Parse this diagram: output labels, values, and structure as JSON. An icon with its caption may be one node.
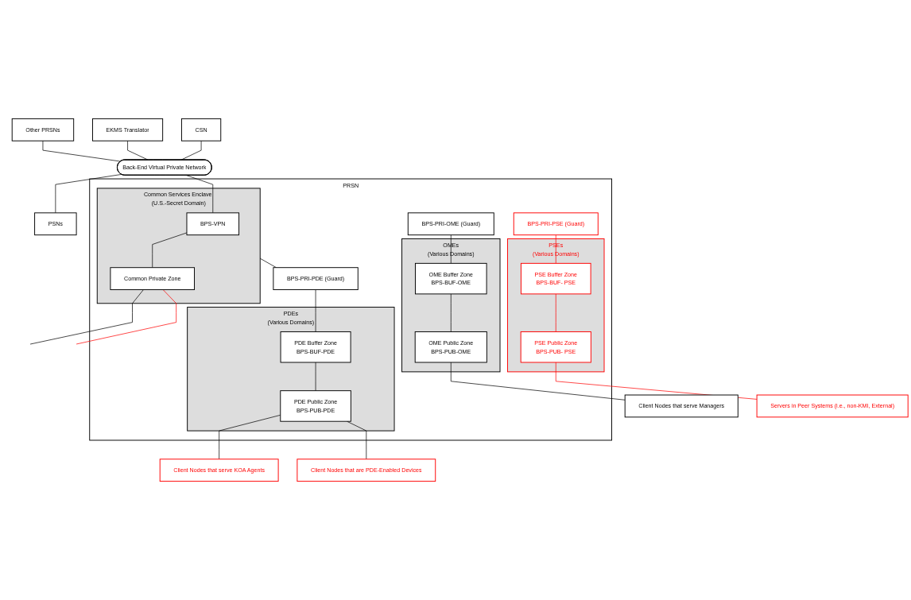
{
  "diagram": {
    "nodes": [
      {
        "text": [
          "Other PRSNs"
        ]
      },
      {
        "text": [
          "EKMS Translator"
        ]
      },
      {
        "text": [
          "Back-End Virtual Private Network"
        ]
      },
      {
        "text": [
          "CSN"
        ]
      },
      {
        "text": [
          "PSNs"
        ]
      },
      {
        "text": [
          "PRSN"
        ]
      },
      {
        "text": [
          "Common Services Enclave (U.S.-Secret Domain)"
        ],
        "in": 5
      },
      {
        "text": [
          "BPS-VPN"
        ],
        "in": 6
      },
      {
        "text": [
          "Common Private Zone"
        ],
        "in": 6
      },
      {
        "text": [
          "BPS-PRI-OME (Guard)"
        ],
        "in": 5
      },
      {
        "text": [
          "BPS-PRI-PDE (Guard)"
        ],
        "in": 5
      },
      {
        "text": [
          "BPS-PRI-PSE (Guard)"
        ],
        "in": 5
      },
      {
        "text": [
          "OMEs",
          "(Various Domains)"
        ],
        "in": 5
      },
      {
        "text": [
          "OME Buffer Zone",
          "BPS-BUF-OME"
        ],
        "in": 12
      },
      {
        "text": [
          "OME Public Zone",
          "BPS-PUB-OME"
        ],
        "in": 12
      },
      {
        "text": [
          "PDEs",
          "(Various Domains)"
        ],
        "in": 5
      },
      {
        "text": [
          "PDE Buffer Zone",
          "BPS-BUF-PDE"
        ],
        "in": 15
      },
      {
        "text": [
          "PDE Public Zone",
          "BPS-PUB-PDE"
        ],
        "in": 15
      },
      {
        "text": [
          "PSEs",
          "(Various Domains)"
        ],
        "in": 5
      },
      {
        "text": [
          "PSE Buffer Zone",
          "BPS-BUF- PSE"
        ],
        "in": 18
      },
      {
        "text": [
          "PSE Public Zone",
          "BPS-PUB- PSE"
        ],
        "in": 18
      },
      {
        "text": [
          "Client Nodes that serve Managers"
        ]
      },
      {
        "text": [
          "Client Nodes that serve KOA Agents"
        ]
      },
      {
        "text": [
          "Client Nodes that are PDE-Enabled Devices"
        ]
      },
      {
        "text": [
          "Servers in Peer Systems (i.e., non-KMI, External)"
        ]
      }
    ],
    "edges": [
      {
        "from": 0,
        "to": 2,
        "arrow": "none"
      },
      {
        "from": 1,
        "to": 2,
        "arrow": "none"
      },
      {
        "from": 3,
        "to": 2,
        "arrow": "none"
      },
      {
        "from": 2,
        "to": 4,
        "arrow": "none"
      },
      {
        "from": 2,
        "to": 7,
        "arrow": "none"
      },
      {
        "from": 7,
        "to": 8,
        "arrow": "none"
      },
      {
        "from": 8,
        "to": null,
        "arrow": "none"
      },
      {
        "from": 8,
        "to": null,
        "arrow": "none",
        "color": "#ff0000"
      },
      {
        "from": 6,
        "to": 10,
        "arrow": "none"
      },
      {
        "from": 9,
        "to": 13,
        "arrow": "none"
      },
      {
        "from": 13,
        "to": 14,
        "arrow": "none"
      },
      {
        "from": 14,
        "to": 21,
        "arrow": "none"
      },
      {
        "from": 10,
        "to": 16,
        "arrow": "none"
      },
      {
        "from": 16,
        "to": 17,
        "arrow": "none"
      },
      {
        "from": 17,
        "to": 22,
        "arrow": "none"
      },
      {
        "from": 17,
        "to": 23,
        "arrow": "none"
      },
      {
        "from": 11,
        "to": 19,
        "arrow": "none",
        "color": "#ff0000"
      },
      {
        "from": 19,
        "to": 20,
        "arrow": "none",
        "color": "#ff0000"
      },
      {
        "from": 20,
        "to": 24,
        "arrow": "none",
        "color": "#ff0000"
      }
    ]
  }
}
